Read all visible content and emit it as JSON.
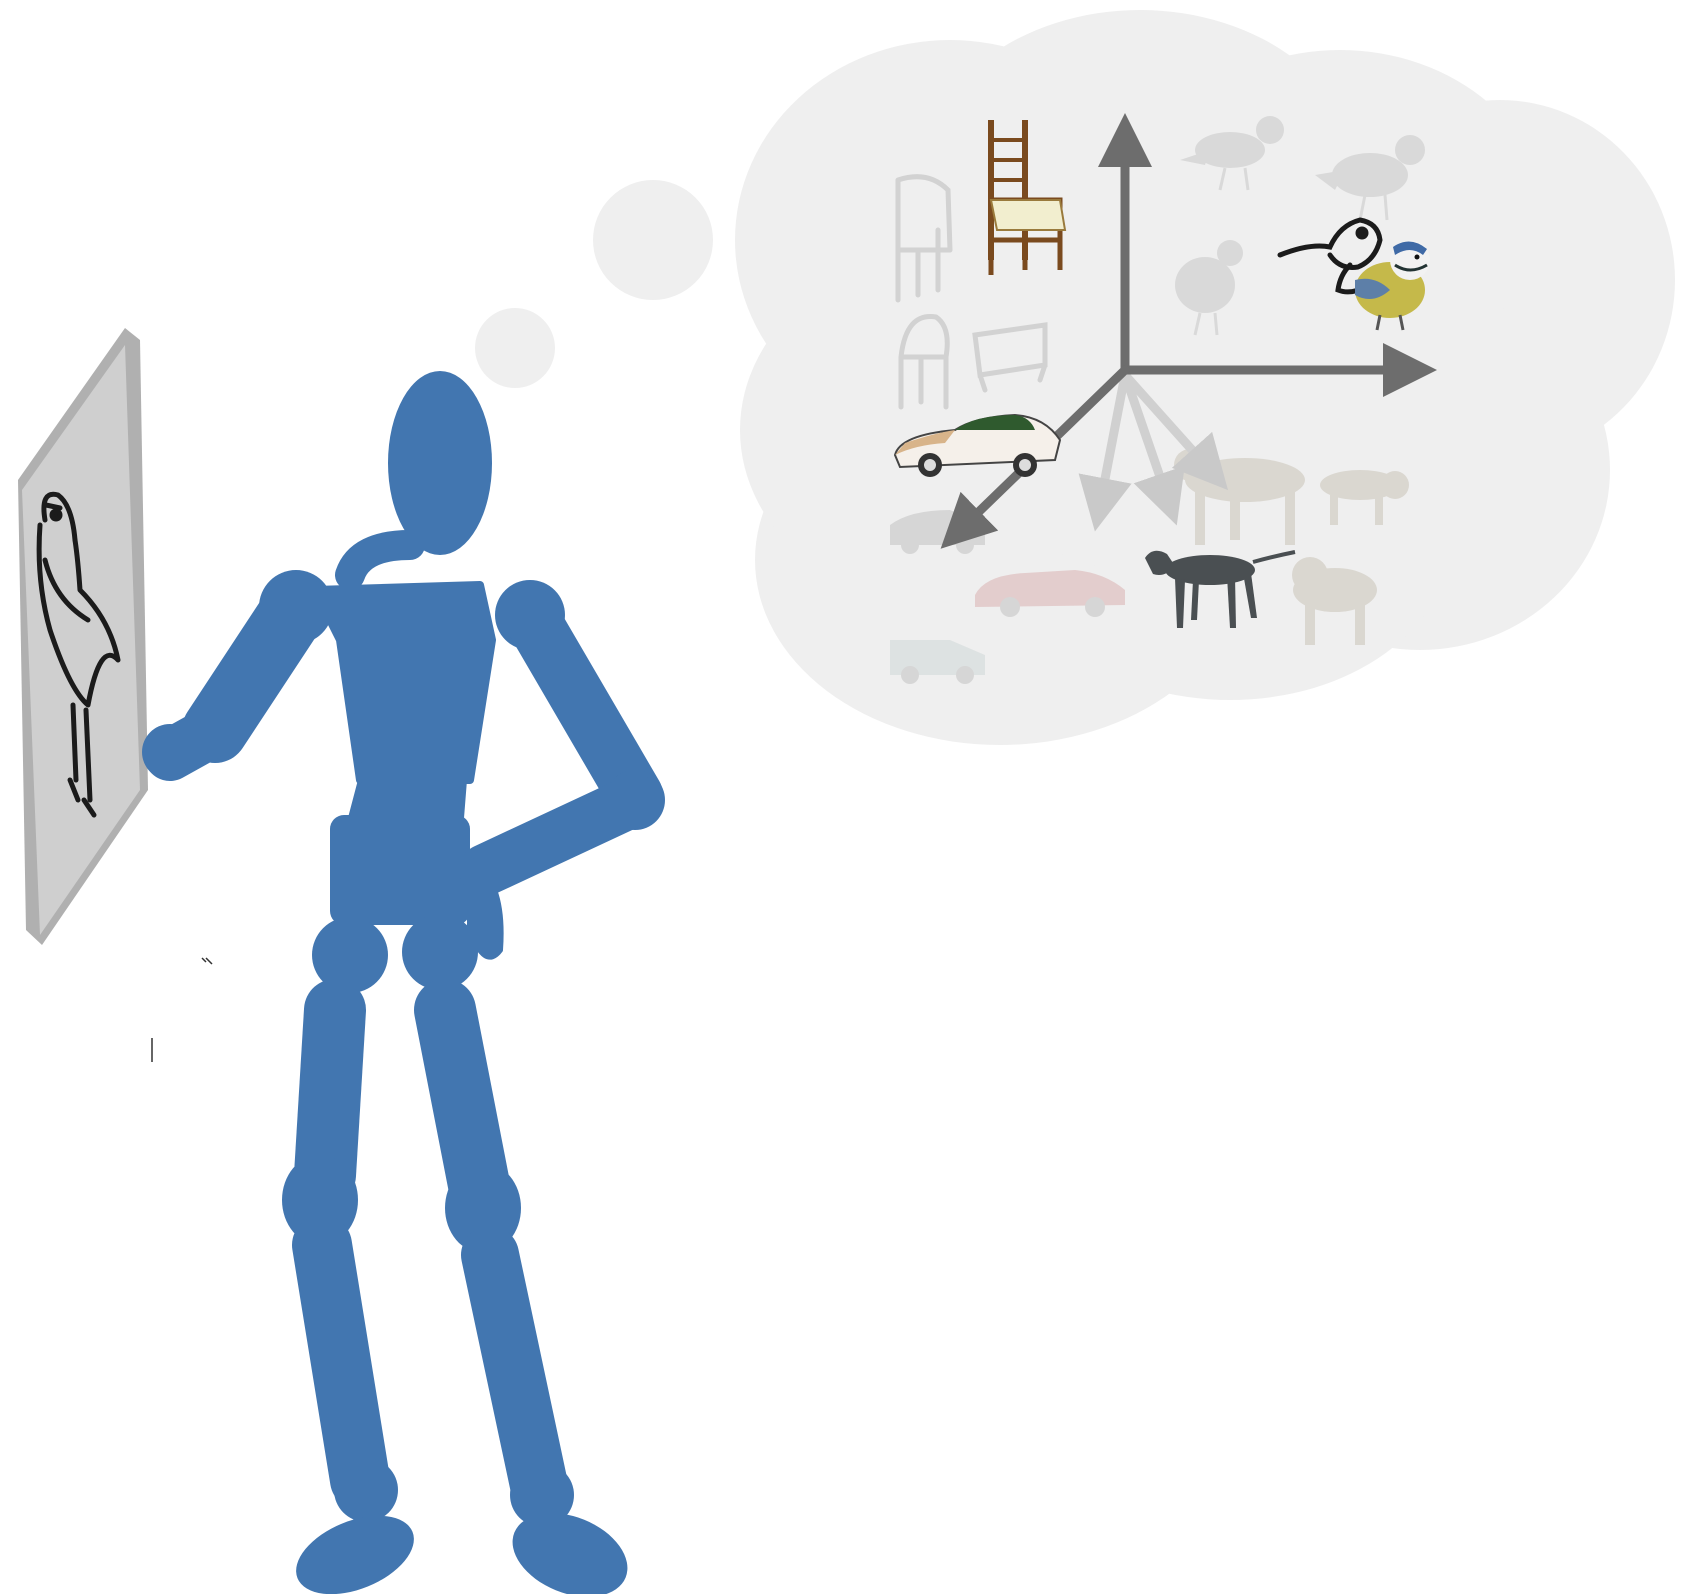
{
  "colors": {
    "background": "#ffffff",
    "figure": "#4276b0",
    "thought_bubble": "#efefef",
    "axis": "#6d6d6d",
    "board_face": "#cfcfcf",
    "board_edge": "#b0b0b0",
    "sketch_stroke": "#1b1b1b"
  },
  "icons": {
    "board_sketch": "bird-sketch-icon",
    "chair": "chair-icon",
    "car": "car-icon",
    "dog": "dog-icon",
    "bird": "bird-icon",
    "bird_sketch": "bird-sketch-icon"
  },
  "embedding_space": {
    "axes": 3,
    "faded_items": [
      "chair",
      "chair",
      "chair",
      "bird",
      "bird",
      "bird",
      "dog",
      "dog",
      "dog",
      "car",
      "car",
      "car"
    ],
    "highlighted_items": [
      "chair",
      "car",
      "dog",
      "bird-sketch",
      "bird"
    ]
  }
}
